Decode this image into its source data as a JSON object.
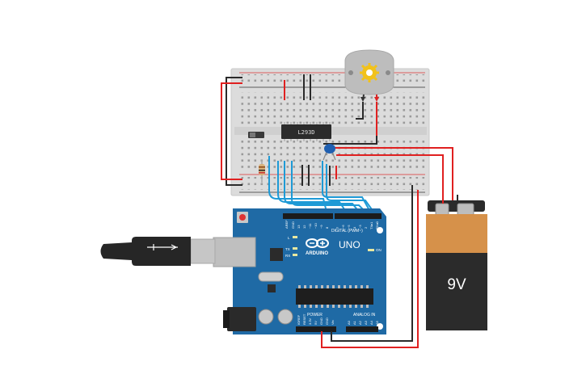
{
  "colors": {
    "background": "#ffffff",
    "breadboard": "#d9d9d9",
    "arduino": "#1f6aa5",
    "wire_red": "#e02020",
    "wire_black": "#2a2a2a",
    "wire_blue": "#1e9ad6",
    "battery_top": "#d6914a",
    "battery_body": "#2b2b2b",
    "motor": "#b8b8b8",
    "gear": "#f2c21b"
  },
  "ic": {
    "label": "L293D"
  },
  "battery": {
    "label": "9V"
  },
  "arduino": {
    "brand": "ARDUINO",
    "model": "UNO",
    "on_label": "ON",
    "digital_label": "DIGITAL (PWM~)",
    "power_label": "POWER",
    "analog_label": "ANALOG IN",
    "led_labels": [
      "L",
      "TX",
      "RX"
    ],
    "top_pin_labels": [
      "AREF",
      "GND",
      "13",
      "12",
      "~11",
      "~10",
      "~9",
      "8",
      "7",
      "~6",
      "~5",
      "4",
      "~3",
      "2",
      "TX▸1",
      "RX◂0"
    ],
    "power_pin_labels": [
      "IOREF",
      "RESET",
      "3.3V",
      "5V",
      "GND",
      "GND",
      "Vin"
    ],
    "analog_pin_labels": [
      "A0",
      "A1",
      "A2",
      "A3",
      "A4",
      "A5"
    ]
  },
  "icons": [
    "usb-cable-icon",
    "motor-icon",
    "gear-icon",
    "battery-icon",
    "resistor-icon",
    "capacitor-icon",
    "slide-switch-icon"
  ]
}
